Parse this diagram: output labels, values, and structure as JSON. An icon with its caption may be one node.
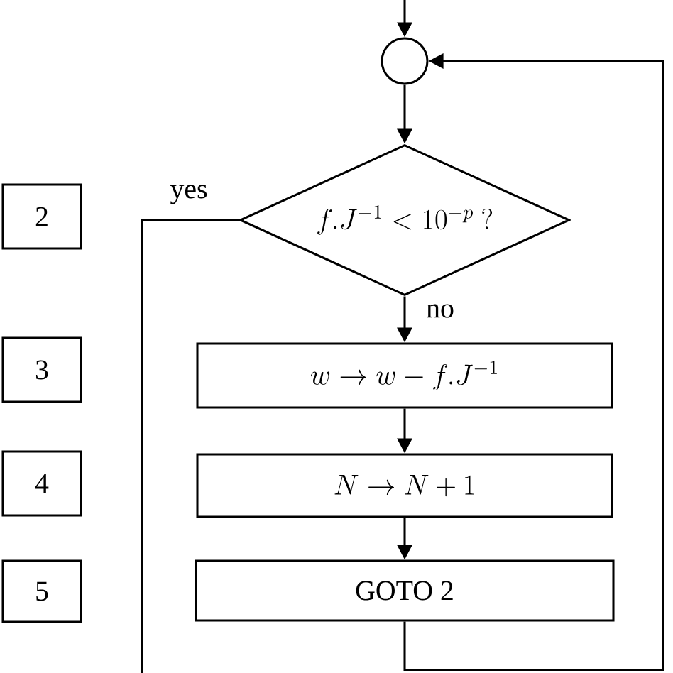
{
  "diagram": {
    "nodes": [
      {
        "text": [],
        "shape": "circle"
      },
      {
        "text": [
          "2"
        ]
      },
      {
        "text": [
          "f.J^{-1} < 10^{-p}\\ ?"
        ]
      },
      {
        "text": [
          "3"
        ]
      },
      {
        "text": [
          "w \\to w - f.J^{-1}"
        ]
      },
      {
        "text": [
          "4"
        ]
      },
      {
        "text": [
          "N \\to N + 1"
        ]
      },
      {
        "text": [
          "5"
        ]
      },
      {
        "text": [
          "GOTO 2"
        ]
      }
    ],
    "edges": [
      {
        "from": null,
        "to": 0,
        "arrow": "to"
      },
      {
        "from": 0,
        "to": 2,
        "arrow": "to"
      },
      {
        "from": 2,
        "to": 4,
        "arrow": "to",
        "label": "no"
      },
      {
        "from": 4,
        "to": 6,
        "arrow": "to"
      },
      {
        "from": 6,
        "to": 8,
        "arrow": "to"
      },
      {
        "from": 8,
        "to": 0,
        "arrow": "to"
      },
      {
        "from": 2,
        "to": null,
        "arrow": "none",
        "label": "yes"
      }
    ]
  }
}
